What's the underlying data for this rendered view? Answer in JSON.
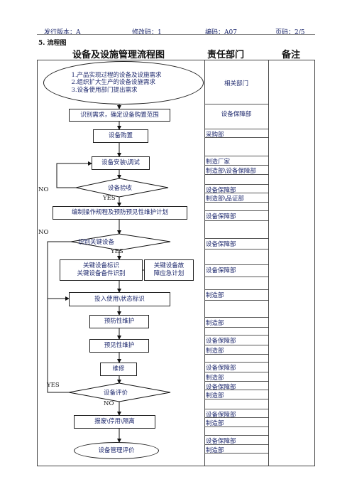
{
  "header": {
    "issue_version": "发行版本：A",
    "revision": "修改码：1",
    "code": "编码：A07",
    "page": "页码：2/5"
  },
  "section_label": "5. 流程图",
  "columns": {
    "flow_title": "设备及设施管理流程图",
    "responsible": "责任部门",
    "remarks": "备注"
  },
  "flow": {
    "start_lines": [
      "1.产品实现过程的设备及设施需求",
      "2.组织扩大生产的设备设施需求",
      "3.设备使用部门提出需求"
    ],
    "identify_need": "识别需求，确定设备购置范围",
    "purchase": "设备购置",
    "install": "设备安装\\调试",
    "acceptance": "设备验收",
    "procedures": "编制操作规程及预防预见性维护计划",
    "identify_key": "识别关键设备",
    "key_marking": "关键设备标识\n关键设备备件识别",
    "emergency_plan": "关键设备故\n障应急计划",
    "in_use": "投入使用\\状态标识",
    "preventive": "预防性维护",
    "predictive": "预见性维护",
    "repair": "维修",
    "evaluation": "设备评价",
    "scrap": "报废\\停用\\隔离",
    "management_eval": "设备管理评价"
  },
  "labels": {
    "no1": "NO",
    "yes1": "YES",
    "no2": "NO",
    "yes2": "YES",
    "yes3": "YES",
    "no3": "NO"
  },
  "departments": {
    "d1": "相关部门",
    "d2": "设备保障部",
    "d3": "采购部",
    "d4": "制造厂家",
    "d5": "制造部\\设备保障部",
    "d6": "设备保障部",
    "d7": "制造部\\品证部",
    "d8": "设备保障部",
    "d9": "设备保障部",
    "d10": "设备保障部",
    "d11": "制造部",
    "d12": "制造部",
    "d13": "设备保障部",
    "d14": "制造部",
    "d15": "设备保障部",
    "d16": "制造部",
    "d17": "设备保障部",
    "d18": "制造部",
    "d19": "设备保障部",
    "d20": "制造部",
    "d21": "设备保障部",
    "d22": "制造部"
  }
}
